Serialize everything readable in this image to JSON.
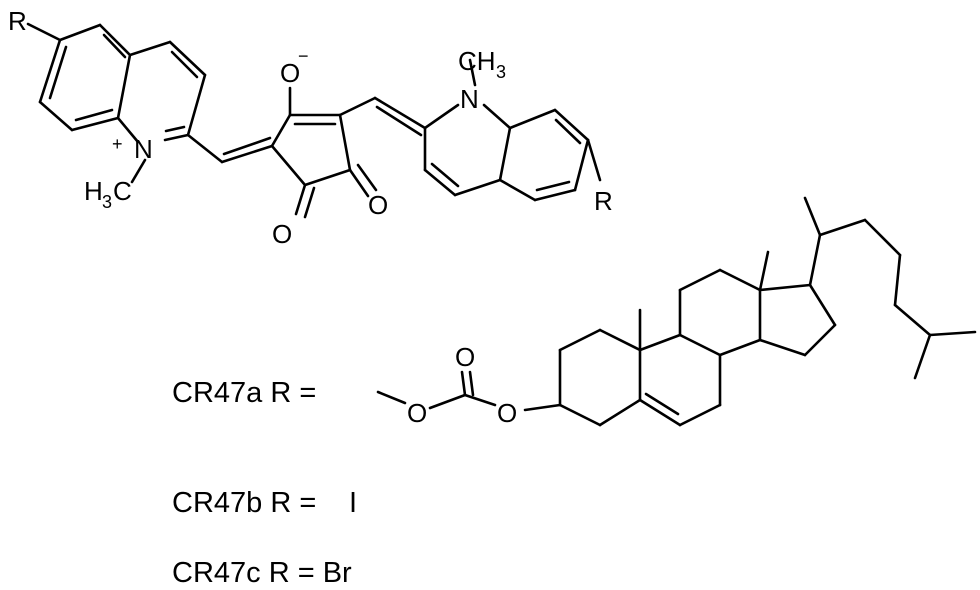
{
  "structure": {
    "substituent_symbol": "R",
    "oxygen_symbol": "O",
    "nitrogen_symbol": "N",
    "negative_charge": "−",
    "positive_charge": "+",
    "methyl_prefix": "H",
    "methyl_prefix_sub": "3",
    "methyl_suffix": "C",
    "methyl_right_main": "CH",
    "methyl_right_sub": "3"
  },
  "compounds": [
    {
      "name": "CR47a",
      "equation": "R =",
      "substituent": "cholesteryl carbonate (methoxy-C(=O)-O-cholesteryl)"
    },
    {
      "name": "CR47b",
      "equation": "R =",
      "substituent": "I"
    },
    {
      "name": "CR47c",
      "equation": "R =",
      "substituent": "Br"
    }
  ],
  "labels": {
    "cr47a": "CR47a R =",
    "cr47b": "CR47b R =",
    "cr47b_value": "I",
    "cr47c": "CR47c R = Br"
  }
}
